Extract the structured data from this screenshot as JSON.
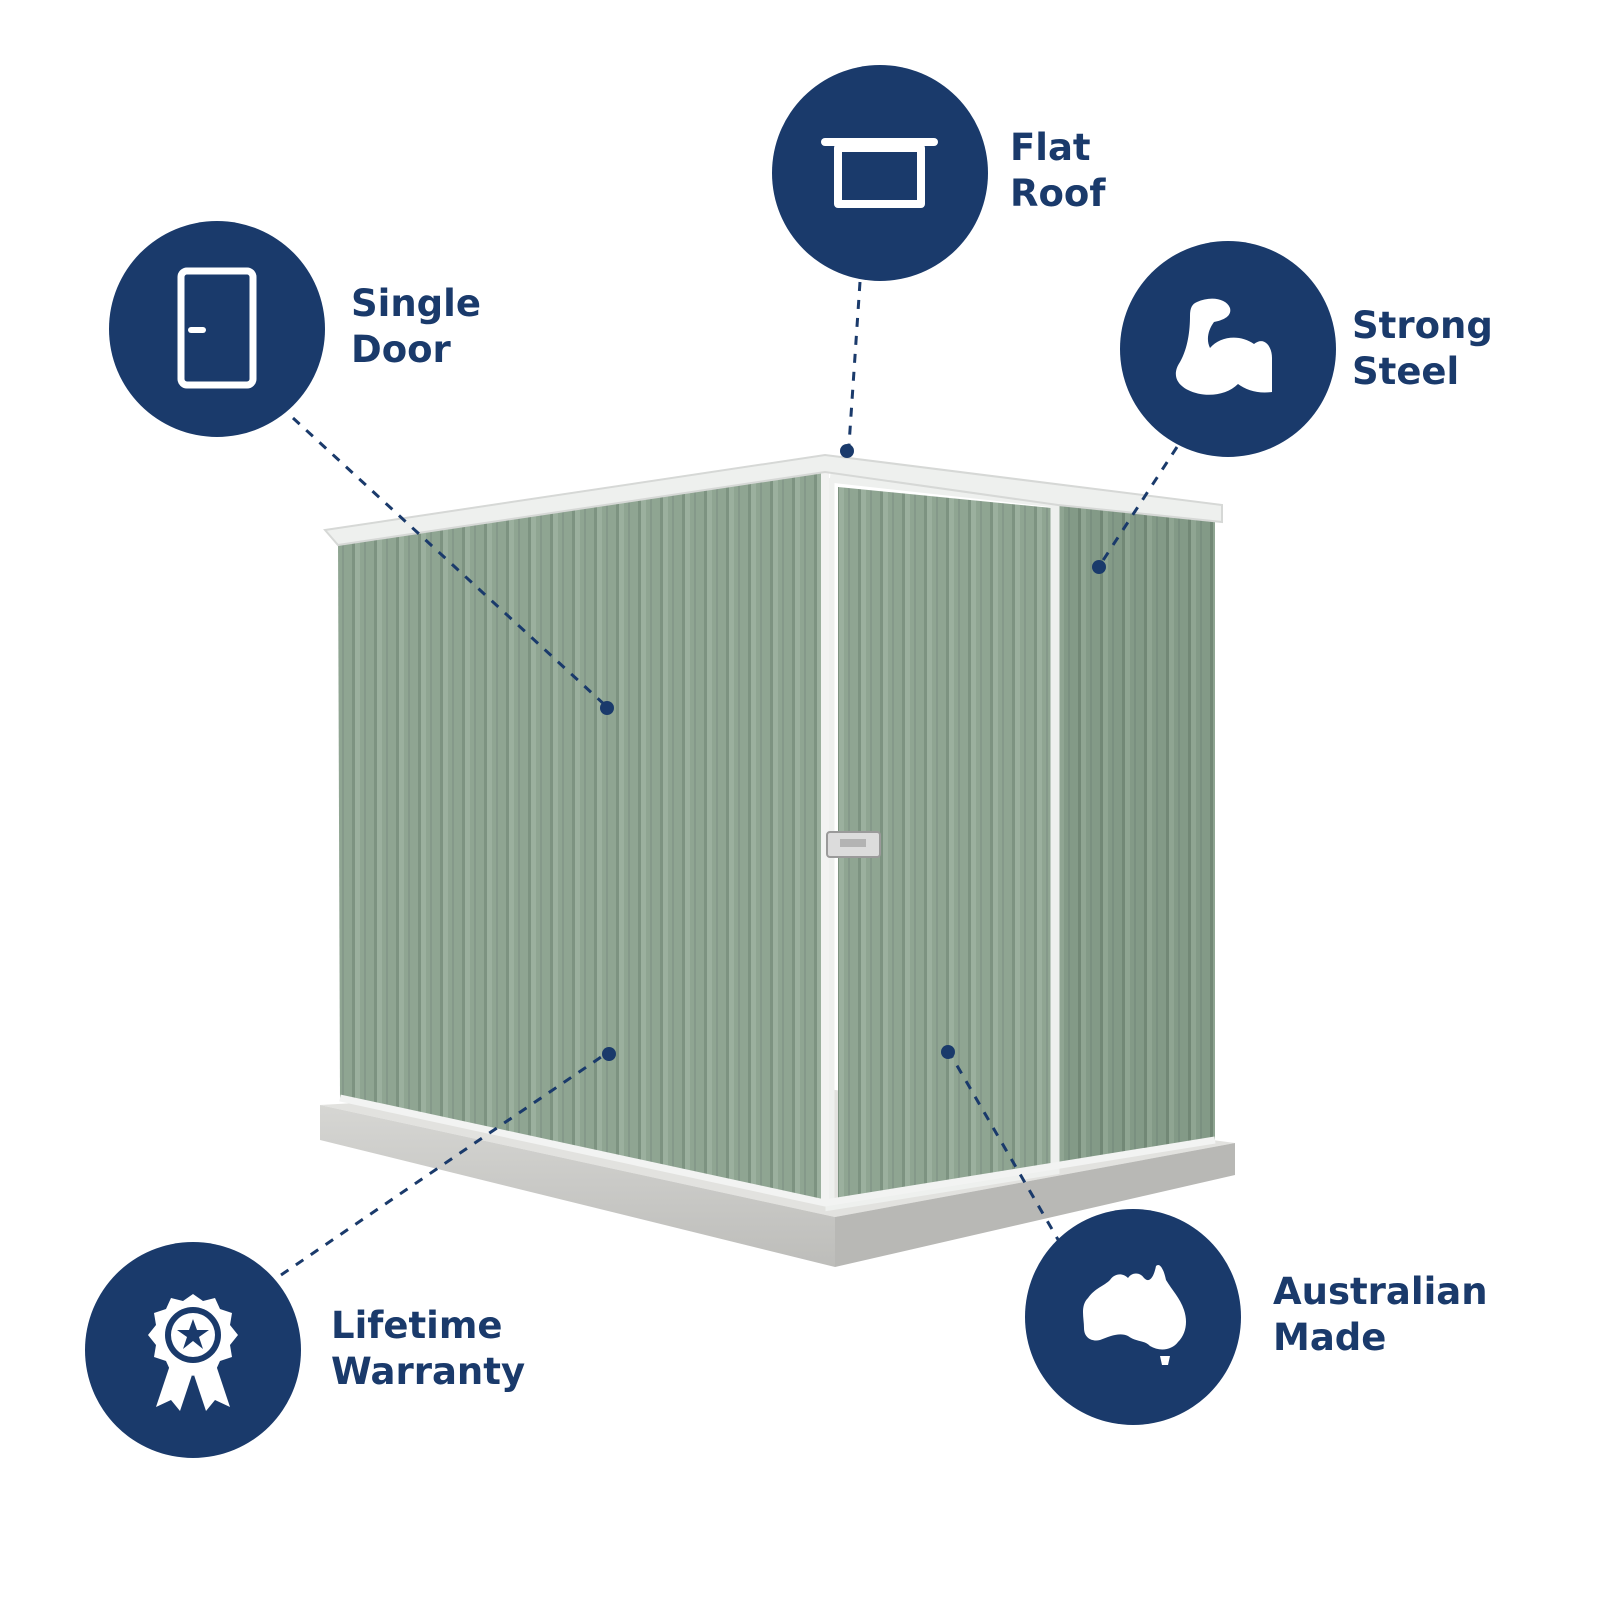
{
  "colors": {
    "navy": "#1a3a6b",
    "shed_green": "#8fa592",
    "trim": "#eef0ee",
    "concrete": "#c9c9c7",
    "background": "#ffffff"
  },
  "features": [
    {
      "id": "flat-roof",
      "line1": "Flat",
      "line2": "Roof",
      "icon": "flat-roof-icon"
    },
    {
      "id": "single-door",
      "line1": "Single",
      "line2": "Door",
      "icon": "door-icon"
    },
    {
      "id": "strong-steel",
      "line1": "Strong",
      "line2": "Steel",
      "icon": "flexed-bicep-icon"
    },
    {
      "id": "lifetime-warranty",
      "line1": "Lifetime",
      "line2": "Warranty",
      "icon": "award-ribbon-icon"
    },
    {
      "id": "australian-made",
      "line1": "Australian",
      "line2": "Made",
      "icon": "australia-map-icon"
    }
  ]
}
